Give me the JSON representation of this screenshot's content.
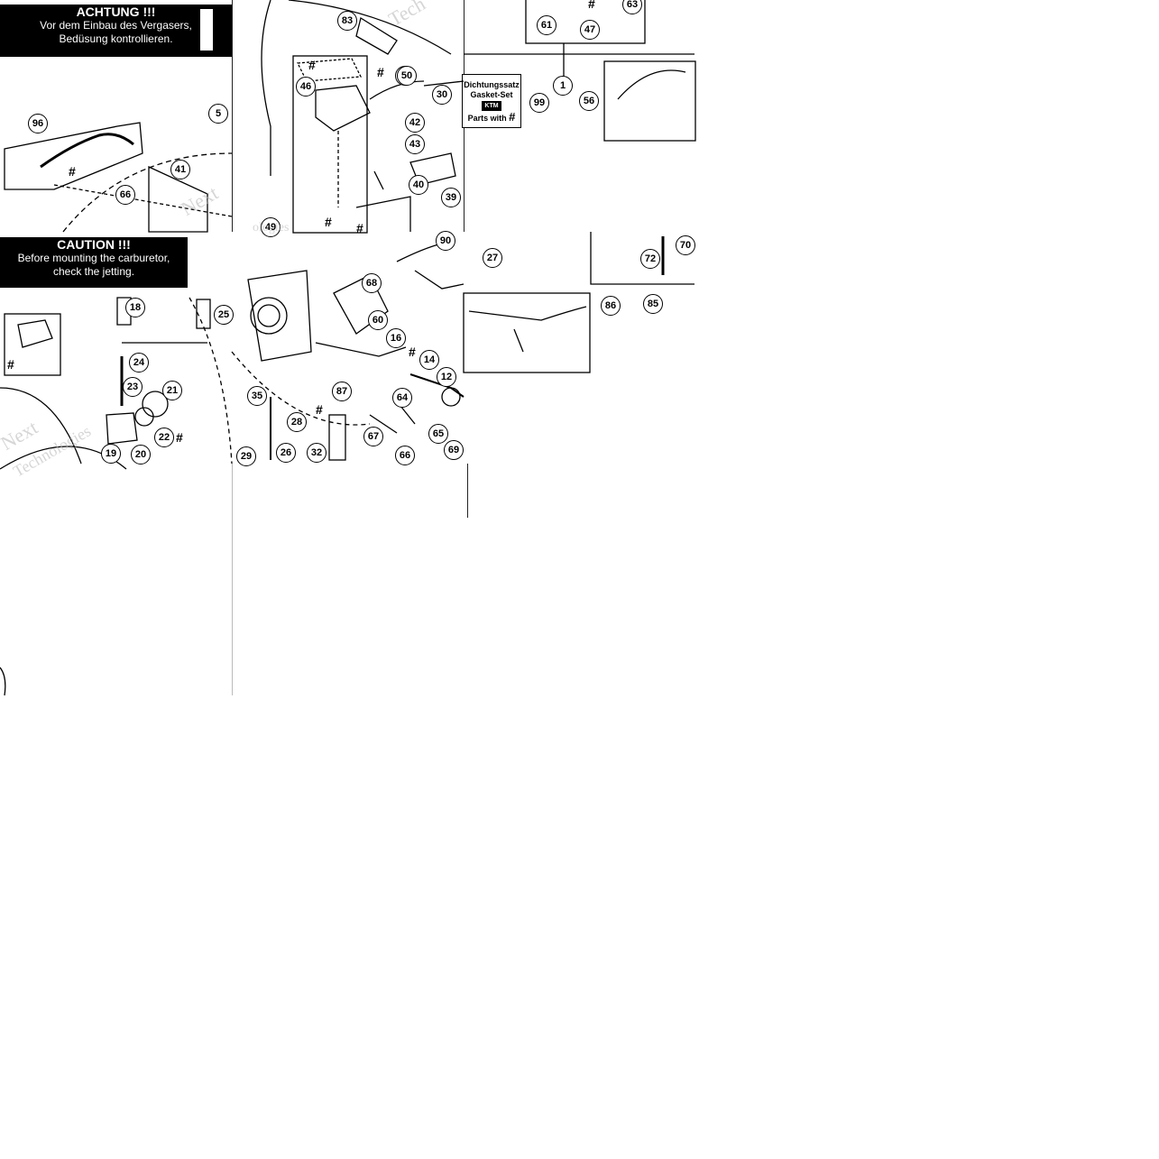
{
  "warnings": {
    "de": {
      "title": "ACHTUNG !!!",
      "line1": "Vor dem Einbau des Vergasers,",
      "line2": "Bedüsung kontrollieren."
    },
    "en": {
      "title": "CAUTION !!!",
      "line1": "Before mounting the carburetor,",
      "line2": "check the jetting."
    }
  },
  "gasket_set": {
    "line1": "Dichtungssatz",
    "line2": "Gasket-Set",
    "logo": "KTM",
    "line3": "Parts with",
    "symbol": "#"
  },
  "hash_symbol": "#",
  "watermarks": [
    "Next",
    "Technologies",
    "Tech",
    "ologies"
  ],
  "part_numbers": [
    "5",
    "96",
    "41",
    "66",
    "83",
    "60",
    "46",
    "50",
    "30",
    "42",
    "43",
    "40",
    "39",
    "49",
    "61",
    "47",
    "63",
    "1",
    "99",
    "56",
    "18",
    "24",
    "23",
    "21",
    "22",
    "19",
    "20",
    "25",
    "90",
    "68",
    "60",
    "16",
    "14",
    "12",
    "64",
    "67",
    "65",
    "66",
    "69",
    "87",
    "35",
    "29",
    "26",
    "28",
    "32",
    "27",
    "72",
    "70",
    "86",
    "85"
  ],
  "colors": {
    "ink": "#000000",
    "paper": "#ffffff"
  }
}
